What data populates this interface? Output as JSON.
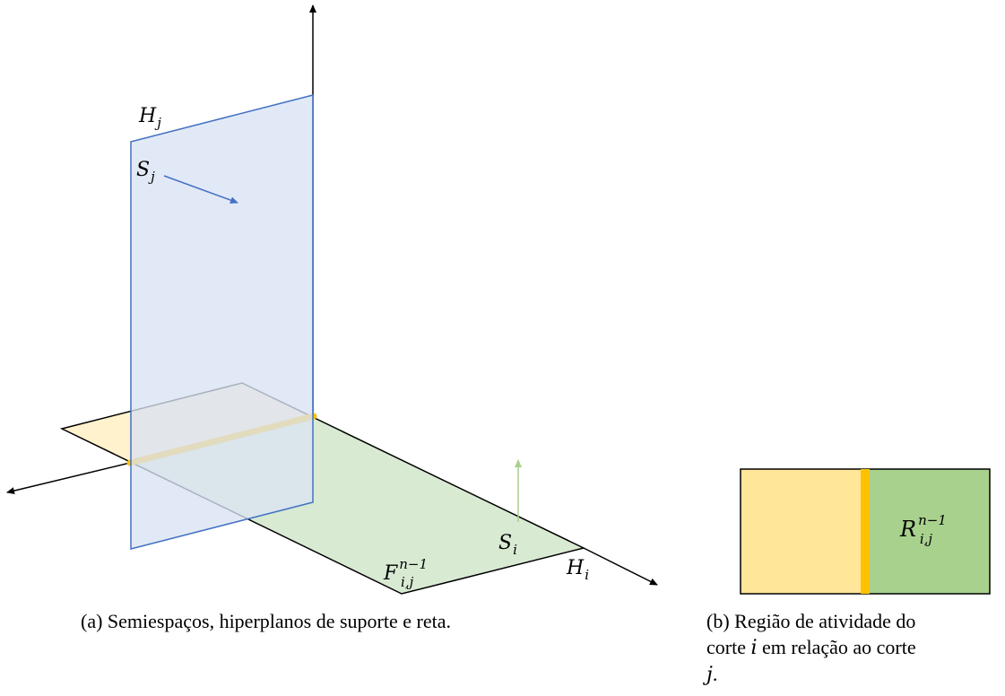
{
  "labels": {
    "hj": "H",
    "hj_sub": "j",
    "sj": "S",
    "sj_sub": "j",
    "si": "S",
    "si_sub": "i",
    "hi": "H",
    "hi_sub": "i",
    "f": "F",
    "f_sub": "i,j",
    "f_sup": "n−1",
    "r": "R",
    "r_sub": "i,j",
    "r_sup": "n−1"
  },
  "captions": {
    "a_tag": "(a)",
    "a_text": "Semiespaços, hiperplanos de suporte e reta.",
    "b_tag": "(b)",
    "b_line1": "Região de atividade do",
    "b_line2_pre": "corte",
    "b_line2_var": "i",
    "b_line2_post": "em relação ao corte",
    "b_line3_var": "j",
    "b_line3_post": "."
  },
  "colors": {
    "blue_plane": "#DAE3F3",
    "blue_edge": "#4472C4",
    "green_plane": "#D9EAD3",
    "yellow_plane": "#FFF2CC",
    "yellow_line": "#FFC000",
    "green_arrow": "#A9D18E",
    "yellow_region": "#FFE699",
    "green_region": "#A9D18E"
  }
}
